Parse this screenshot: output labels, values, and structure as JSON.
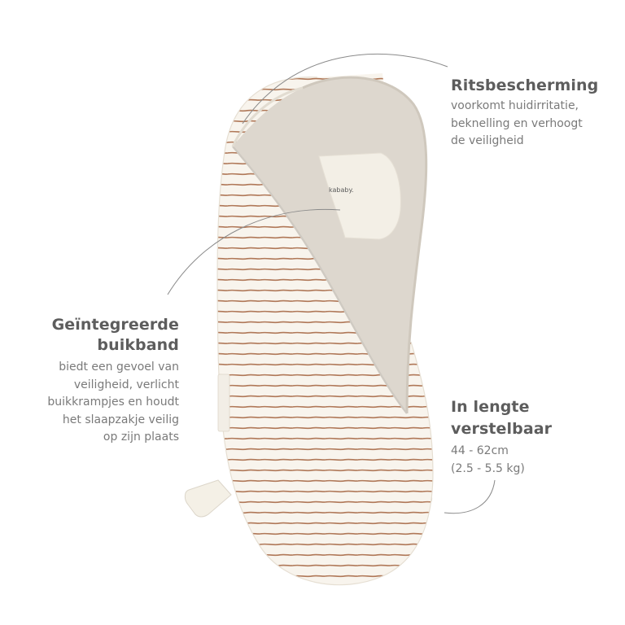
{
  "product": {
    "brand_label": "kababy."
  },
  "callouts": {
    "zipper": {
      "title": "Ritsbescherming",
      "lines": [
        "voorkomt huidirritatie,",
        "beknelling en verhoogt",
        "de veiligheid"
      ]
    },
    "belly": {
      "title_lines": [
        "Geïntegreerde",
        "buikband"
      ],
      "lines": [
        "biedt een gevoel van",
        "veiligheid, verlicht",
        "buikkrampjes en houdt",
        "het slaapzakje veilig",
        "op zijn plaats"
      ]
    },
    "length": {
      "title_lines": [
        "In lengte",
        "verstelbaar"
      ],
      "lines": [
        "44 - 62cm",
        "(2.5 - 5.5 kg)"
      ]
    }
  },
  "colors": {
    "stripe": "#b07858",
    "fabric": "#f7f3ec",
    "lining": "#ddd7ce",
    "band": "#f4f0e6",
    "leader": "#8a8a8a"
  }
}
